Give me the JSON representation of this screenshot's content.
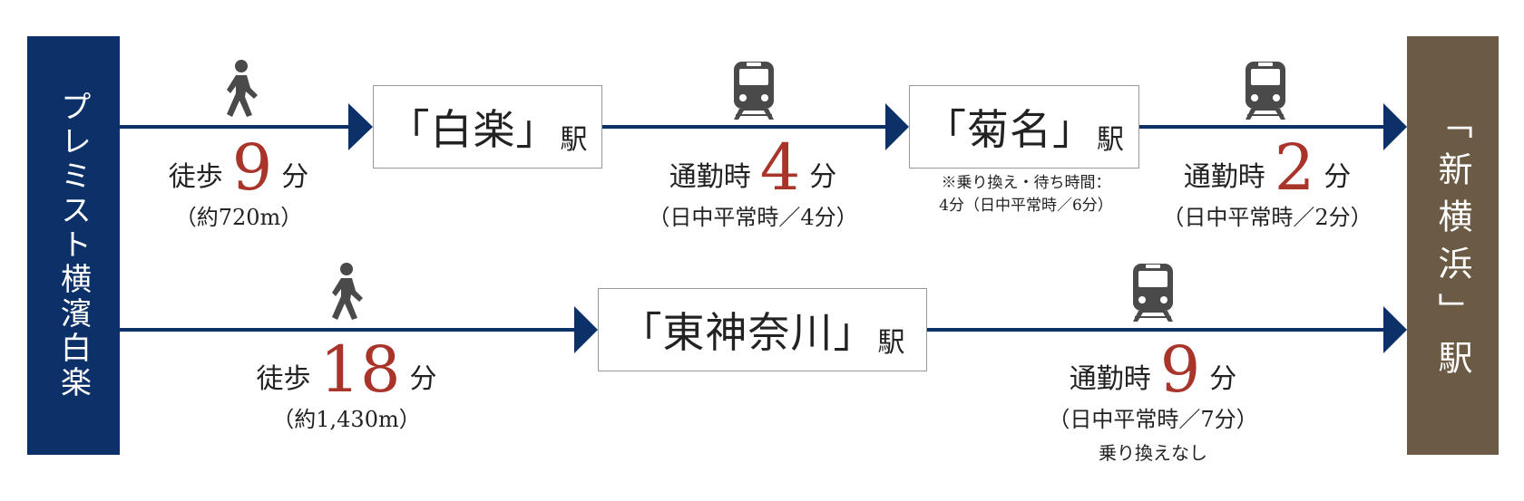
{
  "origin": {
    "name": "プレミスト横濱白楽"
  },
  "destination": {
    "name": "「新横浜」駅"
  },
  "stations": {
    "hakuraku": {
      "name": "「白楽」",
      "suffix": "駅"
    },
    "kikuna": {
      "name": "「菊名」",
      "suffix": "駅"
    },
    "higashikanagawa": {
      "name": "「東神奈川」",
      "suffix": "駅"
    }
  },
  "route1": {
    "walk": {
      "label": "徒歩",
      "minutes": "9",
      "unit": "分",
      "distance": "（約720m）"
    },
    "train1": {
      "label": "通勤時",
      "minutes": "4",
      "unit": "分",
      "note": "（日中平常時／4分）"
    },
    "transfer_note": {
      "line1": "※乗り換え・待ち時間：",
      "line2": "4分（日中平常時／6分）"
    },
    "train2": {
      "label": "通勤時",
      "minutes": "2",
      "unit": "分",
      "note": "（日中平常時／2分）"
    }
  },
  "route2": {
    "walk": {
      "label": "徒歩",
      "minutes": "18",
      "unit": "分",
      "distance": "（約1,430m）"
    },
    "train": {
      "label": "通勤時",
      "minutes": "9",
      "unit": "分",
      "note": "（日中平常時／7分）",
      "extra": "乗り換えなし"
    }
  },
  "icons": {
    "walk": "walking-person-icon",
    "train": "train-icon"
  },
  "colors": {
    "navy": "#0c3068",
    "brown": "#6b5b45",
    "accent": "#a8342a",
    "icon": "#4a4a4a"
  }
}
